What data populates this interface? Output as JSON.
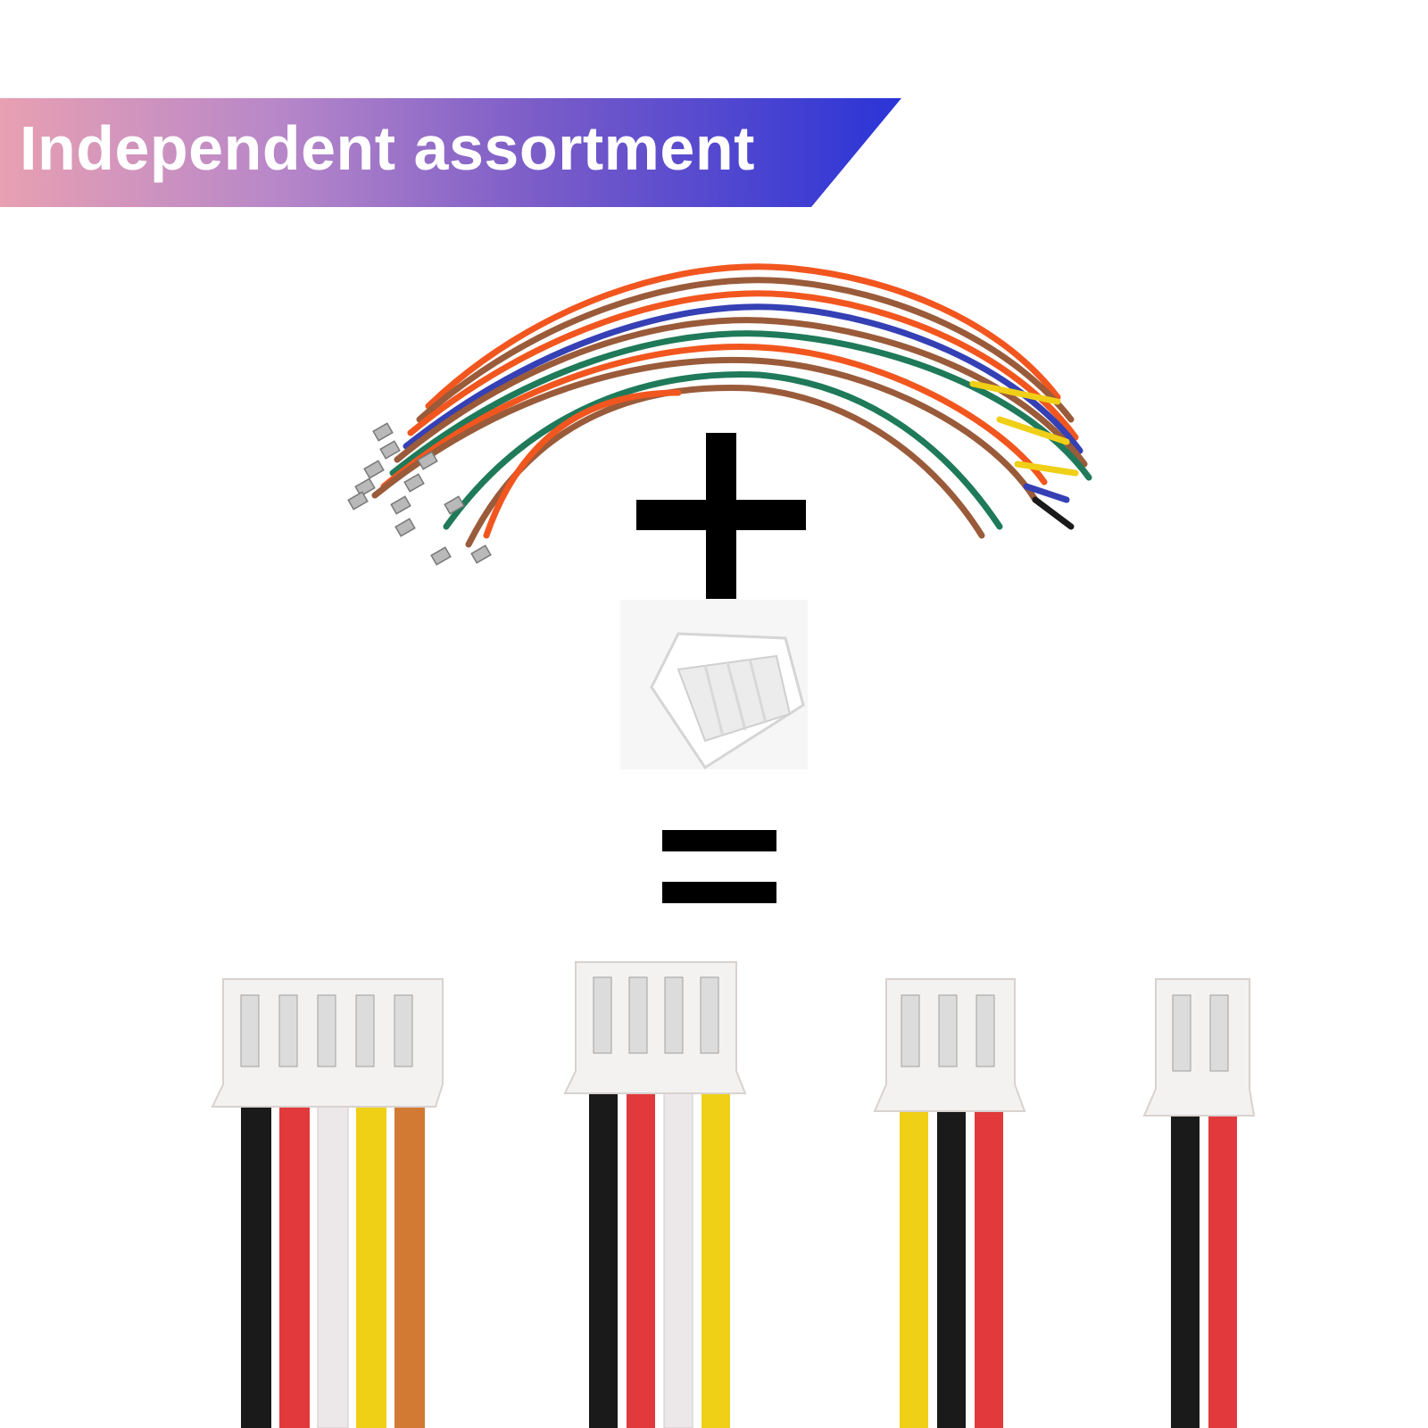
{
  "banner": {
    "text": "Independent assortment",
    "gradient_start": "#e8a0b2",
    "gradient_mid": "#9a6cc4",
    "gradient_end": "#2a34d6"
  },
  "symbols": {
    "plus": "plus-sign",
    "equals": "equals-sign"
  },
  "wire_colors": {
    "orange": "#f2561f",
    "brown": "#9a5b3a",
    "green": "#1f7a5a",
    "yellow": "#f0cf17",
    "blue": "#3540b5",
    "black": "#1a1a1a",
    "red": "#e23a3c",
    "white": "#ece8ea",
    "tan": "#d27a33"
  },
  "connectors": [
    {
      "pins": 5,
      "wires": [
        "black",
        "red",
        "white",
        "yellow",
        "tan"
      ]
    },
    {
      "pins": 4,
      "wires": [
        "black",
        "red",
        "white",
        "yellow"
      ]
    },
    {
      "pins": 3,
      "wires": [
        "yellow",
        "black",
        "red"
      ]
    },
    {
      "pins": 2,
      "wires": [
        "black",
        "red"
      ]
    }
  ]
}
